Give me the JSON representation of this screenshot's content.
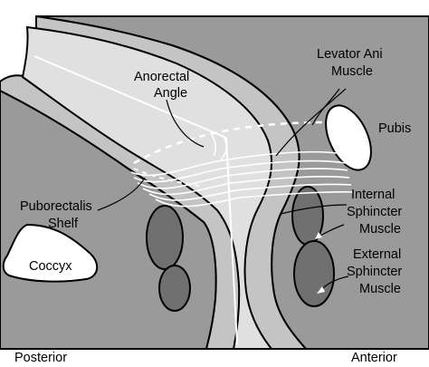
{
  "diagram": {
    "labels": {
      "anorectal_angle_1": "Anorectal",
      "anorectal_angle_2": "Angle",
      "levator_1": "Levator Ani",
      "levator_2": "Muscle",
      "pubis": "Pubis",
      "puborectalis_1": "Puborectalis",
      "puborectalis_2": "Shelf",
      "coccyx": "Coccyx",
      "internal_1": "Internal",
      "internal_2": "Sphincter",
      "internal_3": "Muscle",
      "external_1": "External",
      "external_2": "Sphincter",
      "external_3": "Muscle",
      "posterior": "Posterior",
      "anterior": "Anterior"
    },
    "colors": {
      "background": "#ffffff",
      "dark_tissue": "#9a9a9a",
      "medium_tissue": "#c4c4c4",
      "light_tissue": "#e0e0e0",
      "sphincter": "#707070",
      "outline": "#000000"
    }
  }
}
